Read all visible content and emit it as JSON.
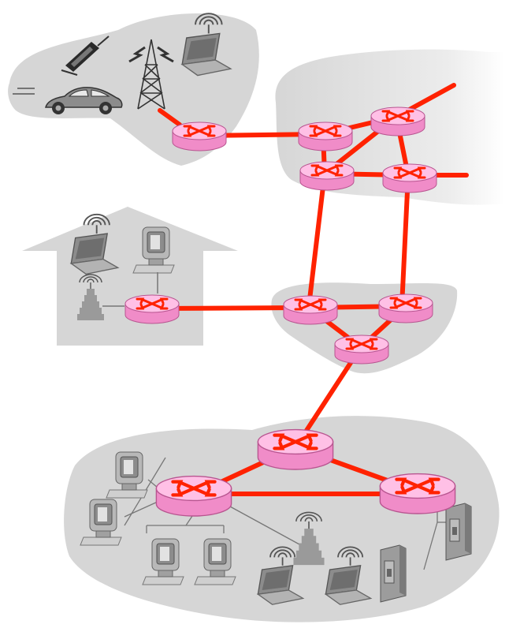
{
  "diagram": {
    "type": "network-topology",
    "colors": {
      "link": "#ff2200",
      "router_top": "#ffc0e6",
      "router_side": "#f08cc8",
      "router_x": "#ff2200",
      "region": "#d6d6d6",
      "device": "#9a9a9a",
      "background": "#ffffff"
    },
    "regions": [
      "mobile-network",
      "global-isp",
      "home-network",
      "regional-isp",
      "institutional-network"
    ],
    "routers": [
      "r-mobile",
      "r-isp-a",
      "r-isp-b",
      "r-isp-c",
      "r-isp-d",
      "r-home",
      "r-reg-a",
      "r-reg-b",
      "r-reg-c",
      "r-inst-top",
      "r-inst-left",
      "r-inst-right"
    ],
    "links": [
      [
        "r-mobile-tower",
        "r-mobile"
      ],
      [
        "r-mobile",
        "r-isp-a"
      ],
      [
        "r-isp-a",
        "r-isp-b"
      ],
      [
        "r-isp-a",
        "r-isp-c"
      ],
      [
        "r-isp-b",
        "r-isp-c"
      ],
      [
        "r-isp-b",
        "r-isp-d"
      ],
      [
        "r-isp-c",
        "r-isp-d"
      ],
      [
        "r-isp-b",
        "ext-1"
      ],
      [
        "r-isp-d",
        "ext-2"
      ],
      [
        "r-isp-c",
        "r-reg-a"
      ],
      [
        "r-isp-d",
        "r-reg-b"
      ],
      [
        "r-home",
        "r-reg-a"
      ],
      [
        "r-reg-a",
        "r-reg-b"
      ],
      [
        "r-reg-a",
        "r-reg-c"
      ],
      [
        "r-reg-b",
        "r-reg-c"
      ],
      [
        "r-reg-c",
        "r-inst-top"
      ],
      [
        "r-inst-top",
        "r-inst-left"
      ],
      [
        "r-inst-top",
        "r-inst-right"
      ],
      [
        "r-inst-left",
        "r-inst-right"
      ]
    ],
    "devices": {
      "mobile": [
        "cell-phone-icon",
        "car-icon",
        "cell-tower-icon",
        "laptop-wireless-icon"
      ],
      "home": [
        "laptop-wireless-icon",
        "desktop-pc-icon",
        "wireless-access-point-icon"
      ],
      "institutional": [
        "desktop-pc-icon",
        "desktop-pc-icon",
        "desktop-pc-icon",
        "desktop-pc-icon",
        "wireless-access-point-icon",
        "laptop-wireless-icon",
        "laptop-wireless-icon",
        "server-icon",
        "server-icon"
      ]
    }
  }
}
